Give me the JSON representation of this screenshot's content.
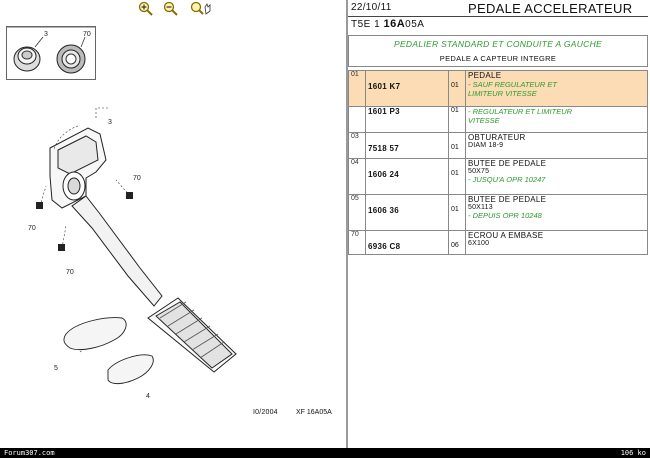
{
  "toolbar": {
    "zoom_in_icon": "magnifier-plus-icon",
    "zoom_out_icon": "magnifier-minus-icon",
    "zoom_fit_icon": "magnifier-hand-icon"
  },
  "diagram": {
    "callouts": [
      "3",
      "70",
      "3",
      "70",
      "70",
      "70",
      "5",
      "4"
    ],
    "thumb_callouts": [
      "3",
      "70"
    ],
    "drawing_ref": "I0/2004",
    "drawing_code": "XF 16A05A"
  },
  "header": {
    "date": "22/10/11",
    "title": "PEDALE ACCELERATEUR",
    "ref_prefix": "T5E 1",
    "ref_bold": "16A",
    "ref_suffix": "05A"
  },
  "section": {
    "green": "PEDALIER STANDARD ET CONDUITE A GAUCHE",
    "black": "PEDALE A CAPTEUR INTEGRE"
  },
  "parts": [
    {
      "group": "01",
      "ref": "1601 K7",
      "qty": "01",
      "desc": "PEDALE",
      "notes": [
        "- SAUF REGULATEUR ET",
        "LIMITEUR VITESSE"
      ],
      "sub": ""
    },
    {
      "group": "",
      "ref": "1601 P3",
      "qty": "01",
      "desc": "",
      "notes": [
        "- REGULATEUR ET LIMITEUR",
        "VITESSE"
      ],
      "sub": ""
    },
    {
      "group": "03",
      "ref": "7518 57",
      "qty": "01",
      "desc": "OBTURATEUR",
      "notes": [],
      "sub": "DIAM 18-9"
    },
    {
      "group": "04",
      "ref": "1606 24",
      "qty": "01",
      "desc": "BUTEE DE PEDALE",
      "notes": [
        "- JUSQU'A OPR 10247"
      ],
      "sub": "50X75"
    },
    {
      "group": "05",
      "ref": "1606 36",
      "qty": "01",
      "desc": "BUTEE DE PEDALE",
      "notes": [
        "- DEPUIS OPR 10248"
      ],
      "sub": "50X113"
    },
    {
      "group": "70",
      "ref": "6936 C8",
      "qty": "06",
      "desc": "ECROU A EMBASE",
      "notes": [],
      "sub": "6X100"
    }
  ],
  "status": {
    "left": "Forum307.com",
    "right": "106 ko"
  },
  "colors": {
    "highlight": "#fbdcb4",
    "green_text": "#2e9b2e",
    "status_bg": "#000000"
  }
}
